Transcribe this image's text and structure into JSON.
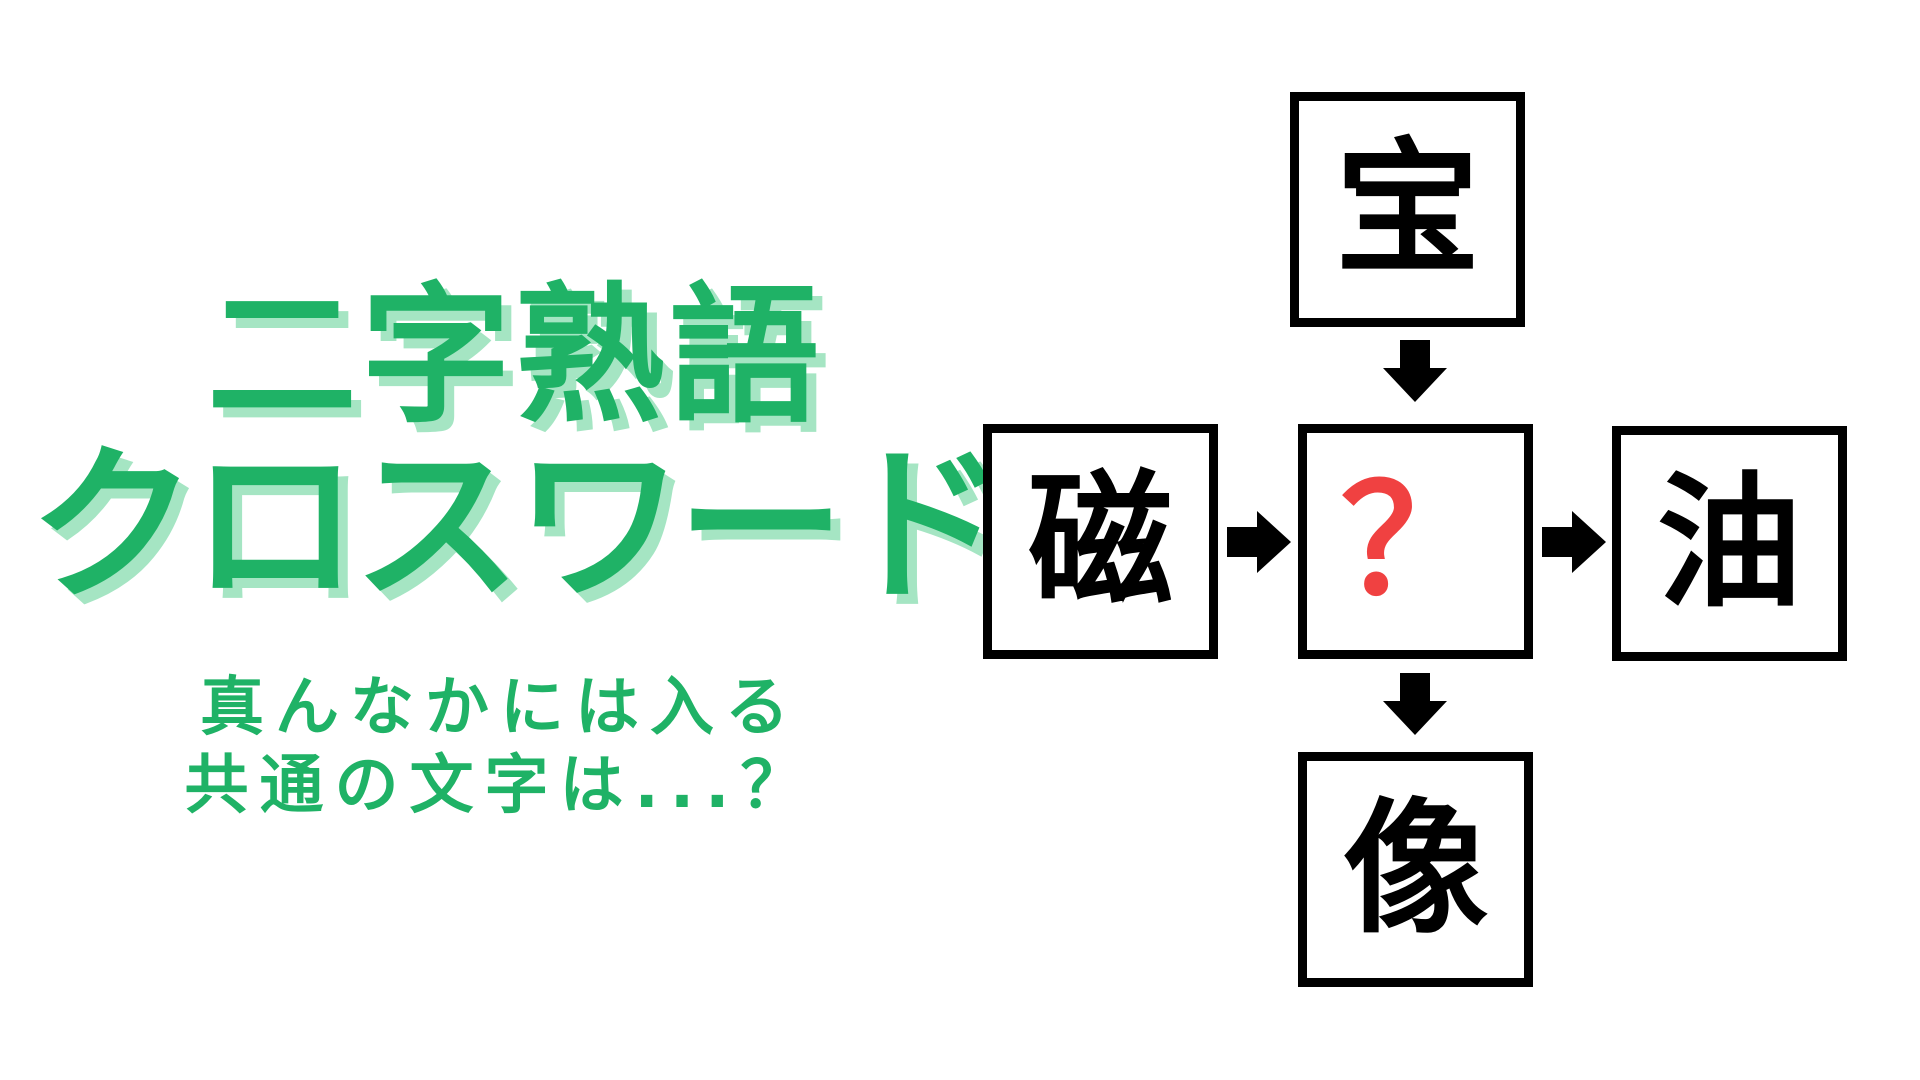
{
  "title": {
    "line1": "二字熟語",
    "line2": "クロスワード"
  },
  "subtitle": {
    "line1": "真んなかには入る",
    "line2": "共通の文字は...？"
  },
  "puzzle": {
    "top_cell": "宝",
    "left_cell": "磁",
    "center_cell": "？",
    "right_cell": "油",
    "bottom_cell": "像",
    "arrows": [
      "top-to-center-down",
      "left-to-center-right",
      "center-to-right-right",
      "center-to-bottom-down"
    ]
  },
  "colors": {
    "title_green": "#1FB266",
    "title_shadow_green": "#A5E5C3",
    "question_red": "#F04141",
    "box_border_black": "#000000",
    "background": "#FFFFFF"
  }
}
